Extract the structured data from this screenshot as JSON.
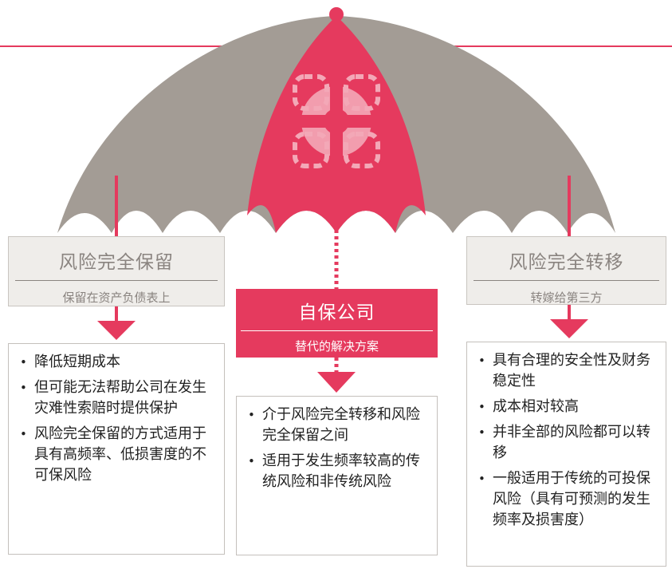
{
  "colors": {
    "accent": "#e53a5e",
    "canopy_gray": "#a39c95",
    "box_gray": "#efedea",
    "text_gray": "#8a8480"
  },
  "left": {
    "title": "风险完全保留",
    "subtitle": "保留在资产负债表上",
    "bullets": [
      "降低短期成本",
      "但可能无法帮助公司在发生灾难性索赔时提供保护",
      "风险完全保留的方式适用于具有高频率、低损害度的不可保风险"
    ]
  },
  "center": {
    "title": "自保公司",
    "subtitle": "替代的解决方案",
    "bullets": [
      "介于风险完全转移和风险完全保留之间",
      "适用于发生频率较高的传统风险和非传统风险"
    ]
  },
  "right": {
    "title": "风险完全转移",
    "subtitle": "转嫁给第三方",
    "bullets": [
      "具有合理的安全性及财务稳定性",
      "成本相对较高",
      "并非全部的风险都可以转移",
      "一般适用于传统的可投保风险（具有可预测的发生频率及损害度）"
    ]
  },
  "icons": {
    "umbrella": "umbrella-icon",
    "center_emblem": "life-ring-icon"
  }
}
